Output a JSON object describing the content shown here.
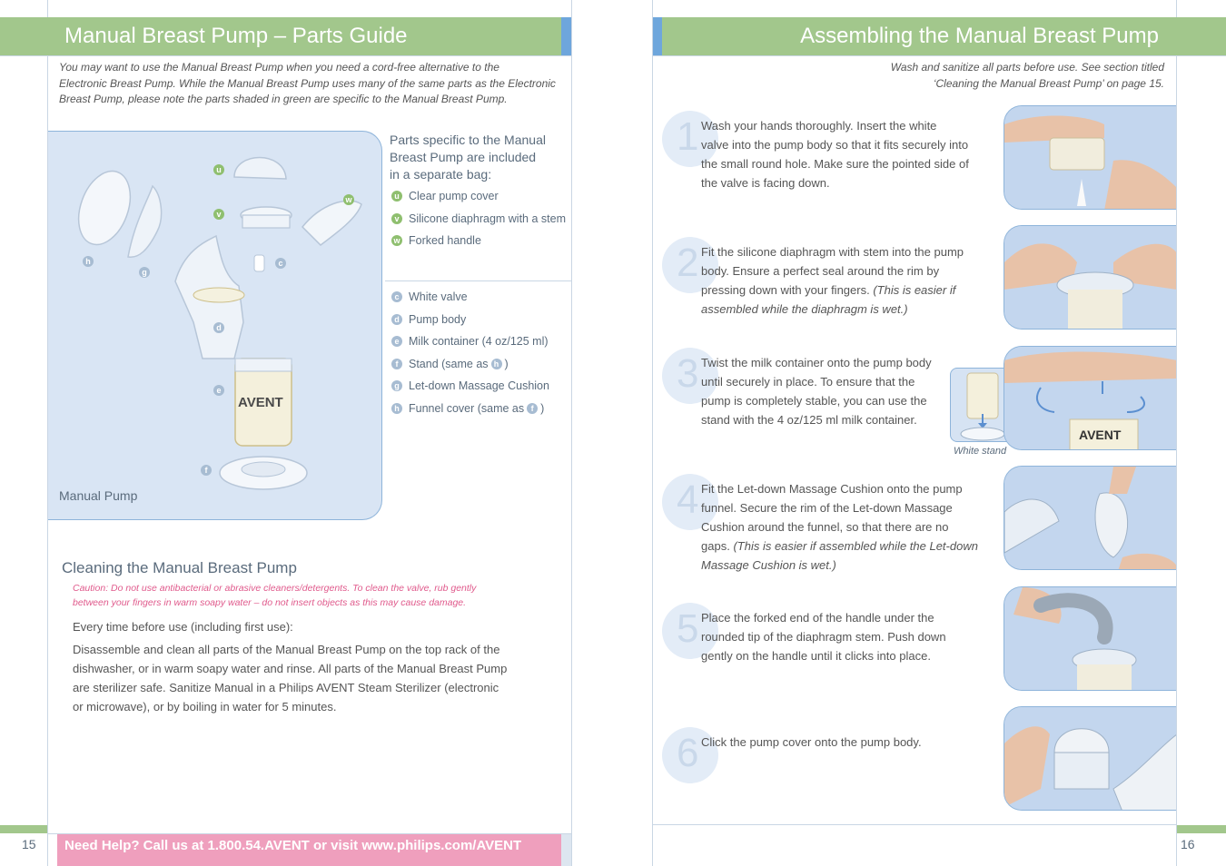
{
  "left_page": {
    "title": "Manual Breast Pump – Parts Guide",
    "intro_lines": [
      "You may want to use the Manual Breast Pump when you need a cord-free alternative to the",
      "Electronic Breast Pump. While the Manual Breast Pump uses many of the same parts as the Electronic",
      "Breast Pump, please note the parts shaded in green are specific to the Manual Breast Pump."
    ],
    "diagram": {
      "caption": "Manual Pump",
      "labels": [
        "u",
        "v",
        "w",
        "h",
        "g",
        "c",
        "d",
        "e",
        "f"
      ],
      "product_brand": "AVENT"
    },
    "parts_specific": {
      "heading_lines": [
        "Parts specific to the Manual",
        "Breast Pump are included",
        "in a separate bag:"
      ],
      "items": [
        {
          "badge": "u",
          "label": "Clear pump cover"
        },
        {
          "badge": "v",
          "label": "Silicone diaphragm with a stem"
        },
        {
          "badge": "w",
          "label": "Forked handle"
        }
      ]
    },
    "parts_common": [
      {
        "badge": "c",
        "label": "White valve",
        "ref": ""
      },
      {
        "badge": "d",
        "label": "Pump body",
        "ref": ""
      },
      {
        "badge": "e",
        "label": "Milk container (4 oz/125 ml)",
        "ref": ""
      },
      {
        "badge": "f",
        "label": "Stand (same as",
        "ref": "h"
      },
      {
        "badge": "g",
        "label": "Let-down Massage Cushion",
        "ref": ""
      },
      {
        "badge": "h",
        "label": "Funnel cover (same as",
        "ref": "f"
      }
    ],
    "cleaning": {
      "title": "Cleaning the Manual Breast Pump",
      "caution_lines": [
        "Caution: Do not use antibacterial or abrasive cleaners/detergents. To clean the valve, rub gently",
        "between your fingers in warm soapy water – do not insert objects as this may cause damage."
      ],
      "every_time": "Every time before use (including first use):",
      "body_lines": [
        "Disassemble and clean all parts of the Manual Breast Pump on the top rack of the",
        "dishwasher, or in warm soapy water and rinse. All parts of the Manual Breast Pump",
        "are sterilizer safe. Sanitize Manual in a Philips AVENT Steam Sterilizer (electronic",
        "or microwave), or by boiling in water for 5 minutes."
      ]
    },
    "help_bar": "Need Help? Call us at 1.800.54.AVENT or visit www.philips.com/AVENT",
    "page_number": "15"
  },
  "right_page": {
    "title": "Assembling the Manual Breast Pump",
    "intro_lines": [
      "Wash and sanitize all parts before use. See section titled",
      "‘Cleaning the Manual Breast Pump’ on page 15."
    ],
    "steps": [
      {
        "number": "1",
        "lines": [
          "Wash your hands thoroughly. Insert the white",
          "valve into the pump body so that it fits securely into",
          "the small round hole. Make sure the pointed side of",
          "the valve is facing down."
        ],
        "italic_lines": []
      },
      {
        "number": "2",
        "lines": [
          "Fit the silicone diaphragm with stem into the pump",
          "body. Ensure a perfect seal around the rim by",
          "pressing down with your fingers."
        ],
        "italic_lines": [
          "(This is easier if",
          "assembled while the diaphragm is wet.)"
        ]
      },
      {
        "number": "3",
        "lines": [
          "Twist the milk container onto the pump body",
          "until securely in place. To ensure that the",
          "pump is completely stable, you can use the",
          "stand with the 4 oz/125 ml milk container."
        ],
        "italic_lines": []
      },
      {
        "number": "4",
        "lines": [
          "Fit the Let-down Massage Cushion onto the pump",
          "funnel. Secure the rim of the Let-down Massage",
          "Cushion around the funnel, so that there are no",
          "gaps."
        ],
        "italic_lines": [
          "(This is easier if assembled while the Let-down",
          "Massage Cushion is wet.)"
        ]
      },
      {
        "number": "5",
        "lines": [
          "Place the forked end of the handle under the",
          "rounded tip of the diaphragm stem. Push down",
          "gently on the handle until it clicks into place."
        ],
        "italic_lines": []
      },
      {
        "number": "6",
        "lines": [
          "Click the pump cover onto the pump body."
        ],
        "italic_lines": []
      }
    ],
    "stand_caption": "White stand",
    "page_number": "16"
  },
  "colors": {
    "banner_green": "#a2c78c",
    "tab_blue": "#6ea6dc",
    "help_pink": "#ef9fbd",
    "panel_blue": "#d9e5f4"
  }
}
